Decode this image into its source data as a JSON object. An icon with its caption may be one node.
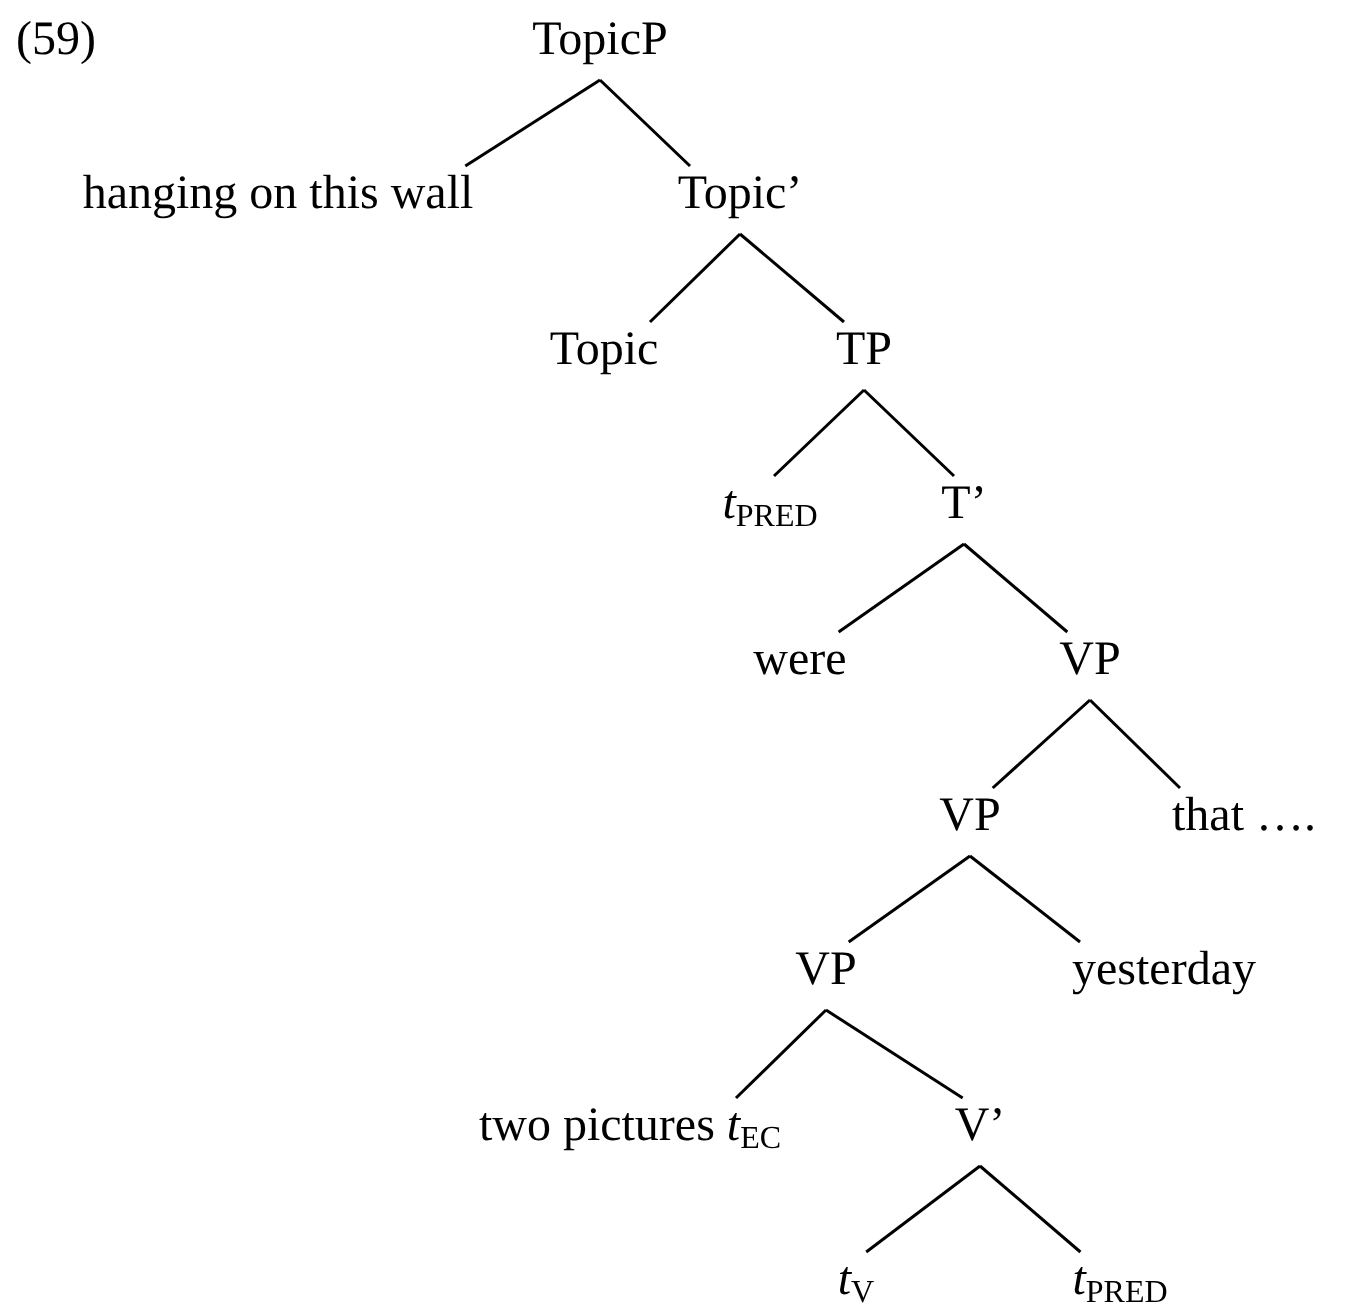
{
  "diagram": {
    "nodes": [
      {
        "text": [
          "TopicP"
        ]
      },
      {
        "text": [
          "hanging on this wall"
        ]
      },
      {
        "text": [
          "Topic’"
        ]
      },
      {
        "text": [
          "Topic"
        ]
      },
      {
        "text": [
          "TP"
        ]
      },
      {
        "text": [
          "*t*$_{PRED}$"
        ]
      },
      {
        "text": [
          "T’"
        ]
      },
      {
        "text": [
          "were"
        ]
      },
      {
        "text": [
          "VP"
        ]
      },
      {
        "text": [
          "VP"
        ]
      },
      {
        "text": [
          "that …."
        ]
      },
      {
        "text": [
          "VP"
        ]
      },
      {
        "text": [
          "yesterday"
        ]
      },
      {
        "text": [
          "two pictures *t*$_{EC}$"
        ]
      },
      {
        "text": [
          "V’"
        ]
      },
      {
        "text": [
          "*t*$_{V}$"
        ]
      },
      {
        "text": [
          "*t*$_{PRED}$"
        ]
      }
    ],
    "edges": [
      {
        "from": 0,
        "to": 1,
        "arrow": "none"
      },
      {
        "from": 0,
        "to": 2,
        "arrow": "none"
      },
      {
        "from": 2,
        "to": 3,
        "arrow": "none"
      },
      {
        "from": 2,
        "to": 4,
        "arrow": "none"
      },
      {
        "from": 4,
        "to": 5,
        "arrow": "none"
      },
      {
        "from": 4,
        "to": 6,
        "arrow": "none"
      },
      {
        "from": 6,
        "to": 7,
        "arrow": "none"
      },
      {
        "from": 6,
        "to": 8,
        "arrow": "none"
      },
      {
        "from": 8,
        "to": 9,
        "arrow": "none"
      },
      {
        "from": 8,
        "to": 10,
        "arrow": "none"
      },
      {
        "from": 9,
        "to": 11,
        "arrow": "none"
      },
      {
        "from": 9,
        "to": 12,
        "arrow": "none"
      },
      {
        "from": 11,
        "to": 13,
        "arrow": "none"
      },
      {
        "from": 11,
        "to": 14,
        "arrow": "none"
      },
      {
        "from": 14,
        "to": 15,
        "arrow": "none"
      },
      {
        "from": 14,
        "to": 16,
        "arrow": "none"
      }
    ],
    "labels": [
      "(59)"
    ]
  }
}
